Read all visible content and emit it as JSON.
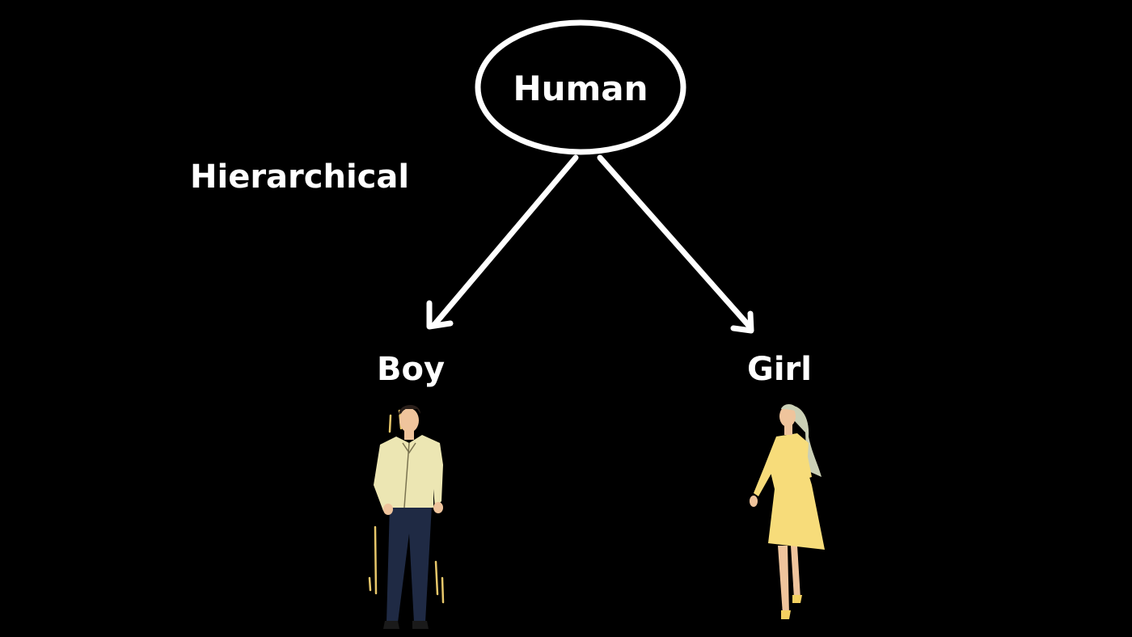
{
  "diagram": {
    "root": {
      "label": "Human"
    },
    "side_label": "Hierarchical",
    "children": [
      {
        "label": "Boy",
        "figure": "man-figure"
      },
      {
        "label": "Girl",
        "figure": "woman-figure"
      }
    ]
  },
  "colors": {
    "background": "#000000",
    "foreground": "#ffffff",
    "shirt": "#ece6b3",
    "trousers": "#1f2a44",
    "dress": "#f7dc7a",
    "hair_blonde": "#cbd0b6",
    "skin": "#efc49c",
    "hair_dark": "#2a1f1a",
    "accent_lines": "#e7c76a"
  }
}
